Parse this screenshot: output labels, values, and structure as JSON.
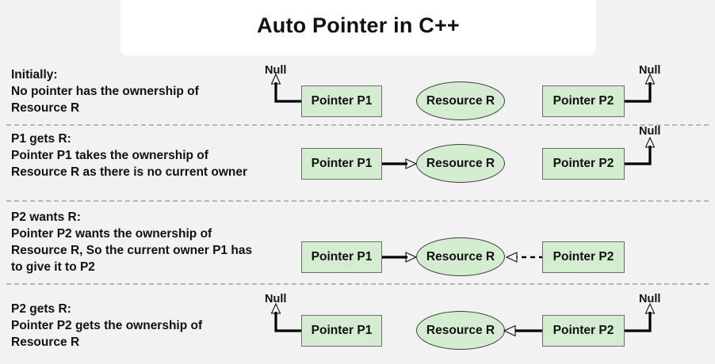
{
  "title": {
    "text": "Auto Pointer in C++"
  },
  "colors": {
    "background": "#f2f2f2",
    "title_card": "#ffffff",
    "shape_fill": "#d4ecd0",
    "shape_stroke": "#6e6e6e",
    "arrow": "#000000",
    "divider": "#b7b7b7",
    "text": "#111111"
  },
  "labels": {
    "pointer_p1": "Pointer P1",
    "pointer_p2": "Pointer P2",
    "resource_r": "Resource R",
    "null": "Null"
  },
  "rows": [
    {
      "id": "initially",
      "caption_head": "Initially:",
      "caption_body": "No pointer has the ownership of Resource R",
      "p1_label": "Pointer P1",
      "p2_label": "Pointer P2",
      "resource_label": "Resource R",
      "p1_null_label": "Null",
      "p2_null_label": "Null",
      "p1_points_to": "null",
      "p2_points_to": "null",
      "arrow_style": "none"
    },
    {
      "id": "p1-gets-r",
      "caption_head": "P1 gets R:",
      "caption_body": "Pointer P1 takes the ownership of Resource R as there is no current owner",
      "p1_label": "Pointer P1",
      "p2_label": "Pointer P2",
      "resource_label": "Resource R",
      "p1_null_label": "",
      "p2_null_label": "Null",
      "p1_points_to": "resource",
      "p2_points_to": "null",
      "arrow_style": "solid"
    },
    {
      "id": "p2-wants-r",
      "caption_head": "P2 wants R:",
      "caption_body": "Pointer P2 wants the ownership of Resource R, So the current owner P1 has to give it to P2",
      "p1_label": "Pointer P1",
      "p2_label": "Pointer P2",
      "resource_label": "Resource R",
      "p1_null_label": "",
      "p2_null_label": "",
      "p1_points_to": "resource",
      "p2_points_to": "resource",
      "arrow_style": "dashed"
    },
    {
      "id": "p2-gets-r",
      "caption_head": "P2 gets R:",
      "caption_body": "Pointer P2 gets the ownership of Resource R",
      "p1_label": "Pointer P1",
      "p2_label": "Pointer P2",
      "resource_label": "Resource R",
      "p1_null_label": "Null",
      "p2_null_label": "Null",
      "p1_points_to": "null",
      "p2_points_to": "resource",
      "arrow_style": "solid"
    }
  ]
}
